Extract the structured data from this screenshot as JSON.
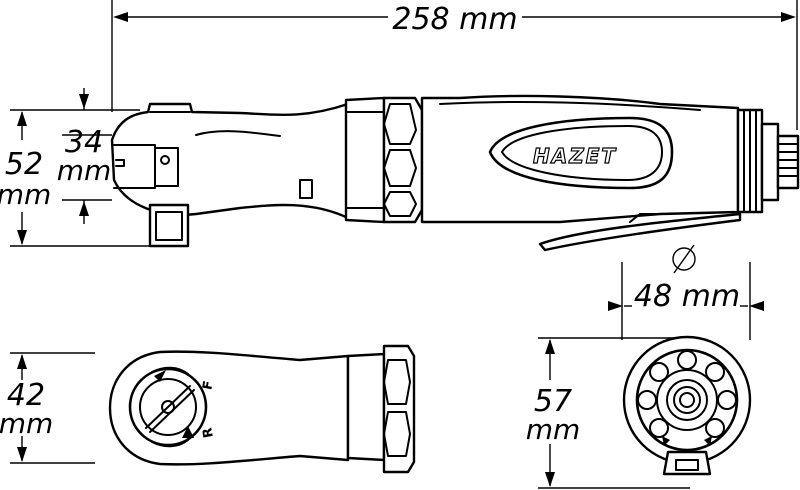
{
  "dimensions": {
    "overall_length": "258 mm",
    "head_height_value": "52",
    "head_height_unit": "mm",
    "anvil_offset_value": "34",
    "anvil_offset_unit": "mm",
    "head_width_value": "42",
    "head_width_unit": "mm",
    "grip_diameter_symbol": "⌀",
    "grip_diameter": "48 mm",
    "body_height_value": "57",
    "body_height_unit": "mm"
  },
  "tool": {
    "brand": "HAZET",
    "direction_forward": "F",
    "direction_reverse": "R"
  }
}
